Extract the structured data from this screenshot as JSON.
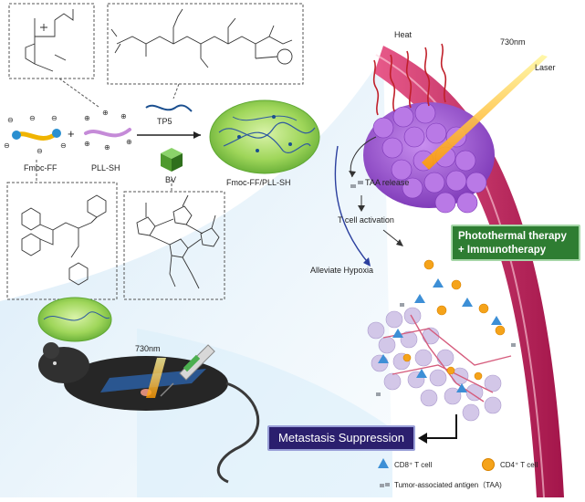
{
  "labels": {
    "fmoc_ff": "Fmoc-FF",
    "pll_sh": "PLL-SH",
    "tp5": "TP5",
    "bv": "BV",
    "hydrogel": "Fmoc-FF/PLL-SH",
    "heat": "Heat",
    "laser_wavelength_top": "730nm",
    "laser": "Laser",
    "taa_release": "TAA release",
    "t_cell_activation": "T cell activation",
    "alleviate_hypoxia": "Alleviate Hypoxia",
    "laser_wavelength_mouse": "730nm",
    "plus_sign": "+"
  },
  "therapy_box": {
    "line1": "Photothermal therapy",
    "line2": "+ Immunotherapy"
  },
  "metastasis_box": "Metastasis Suppression",
  "legend": {
    "cd8": "CD8⁺ T cell",
    "cd4": "CD4⁺ T cell",
    "taa": "Tumor-associated antigen（TAA)"
  },
  "colors": {
    "therapy_box_bg": "#2e7d32",
    "metastasis_box_bg": "#2b1f6e",
    "vessel": "#c2185b",
    "tumor": "#9c4fd0",
    "hydrogel": "#7cc242",
    "cd8_marker": "#3d8fd6",
    "cd4_marker": "#f5a31a"
  }
}
